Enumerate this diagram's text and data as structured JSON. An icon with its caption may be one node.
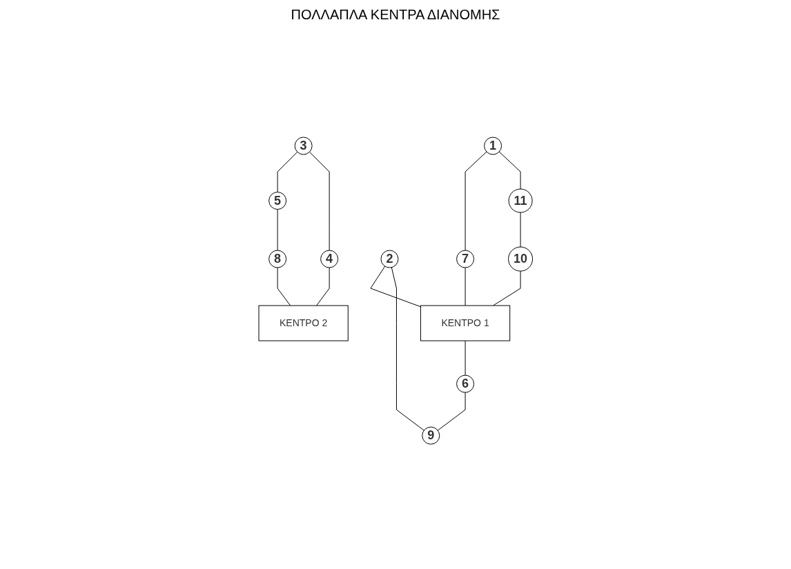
{
  "diagram": {
    "title": "ΠΟΛΛΑΠΛΑ ΚΕΝΤΡΑ ΔΙΑΝΟΜΗΣ",
    "nodes": [
      {
        "text": [
          "1"
        ]
      },
      {
        "text": [
          "10"
        ]
      },
      {
        "text": [
          "7"
        ]
      },
      {
        "text": [
          "3"
        ]
      },
      {
        "text": [
          "11"
        ]
      },
      {
        "text": [
          "5"
        ]
      },
      {
        "text": [
          "2"
        ]
      },
      {
        "text": [
          "ΚΕΝΤΡΟ 1"
        ]
      },
      {
        "text": [
          "4"
        ]
      },
      {
        "text": [
          "8"
        ]
      },
      {
        "text": [
          "6"
        ]
      },
      {
        "text": [
          "ΚΕΝΤΡΟ 2"
        ]
      },
      {
        "text": [
          "9"
        ]
      }
    ],
    "edges": [
      {
        "from": 0,
        "to": 2,
        "arrow": "none"
      },
      {
        "from": 0,
        "to": 4,
        "arrow": "none"
      },
      {
        "from": 4,
        "to": 1,
        "arrow": "none"
      },
      {
        "from": 2,
        "to": 7,
        "arrow": "none"
      },
      {
        "from": 1,
        "to": 7,
        "arrow": "none"
      },
      {
        "from": 6,
        "to": 7,
        "arrow": "none"
      },
      {
        "from": 6,
        "to": 12,
        "arrow": "none"
      },
      {
        "from": 7,
        "to": 10,
        "arrow": "none"
      },
      {
        "from": 10,
        "to": 12,
        "arrow": "none"
      },
      {
        "from": 3,
        "to": 5,
        "arrow": "none"
      },
      {
        "from": 3,
        "to": 8,
        "arrow": "none"
      },
      {
        "from": 5,
        "to": 9,
        "arrow": "none"
      },
      {
        "from": 9,
        "to": 11,
        "arrow": "none"
      },
      {
        "from": 8,
        "to": 11,
        "arrow": "none"
      }
    ]
  }
}
